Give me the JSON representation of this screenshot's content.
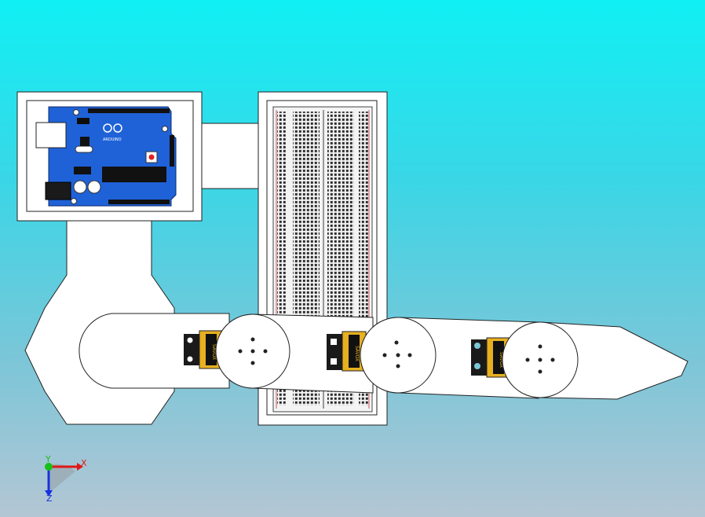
{
  "scene": {
    "background_top": "#10f0f4",
    "background_bottom": "#b4c6d4",
    "arduino_logo_text": "ARDUINO",
    "servo_brand": "SAVOX",
    "servo_count": 3
  },
  "triad": {
    "x_label": "X",
    "y_label": "Y",
    "z_label": "Z",
    "x_color": "#e01818",
    "y_color": "#18c018",
    "z_color": "#1830e0"
  }
}
